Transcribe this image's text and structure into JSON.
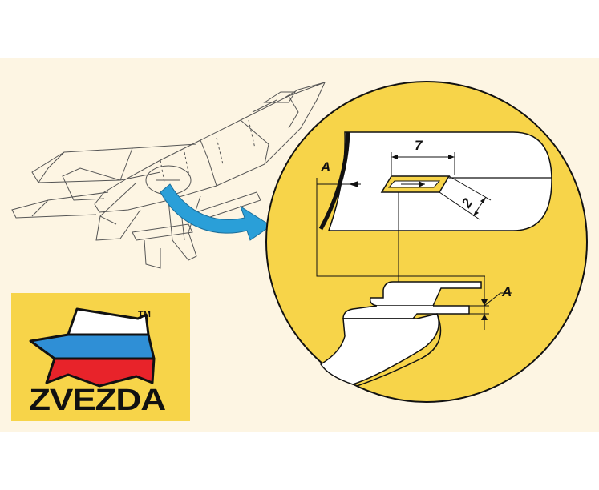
{
  "diagram": {
    "dimension_length": "7",
    "dimension_width": "2",
    "reference_upper": "A",
    "reference_lower": "A"
  },
  "logo": {
    "brand_name": "ZVEZDA",
    "trademark": "TM"
  },
  "colors": {
    "background_band": "#fdf5e3",
    "detail_circle": "#f7d449",
    "arrow": "#2a9fd8",
    "logo_background": "#f7d449",
    "flag_white": "#ffffff",
    "flag_blue": "#2f8fd6",
    "flag_red": "#e8232a"
  }
}
